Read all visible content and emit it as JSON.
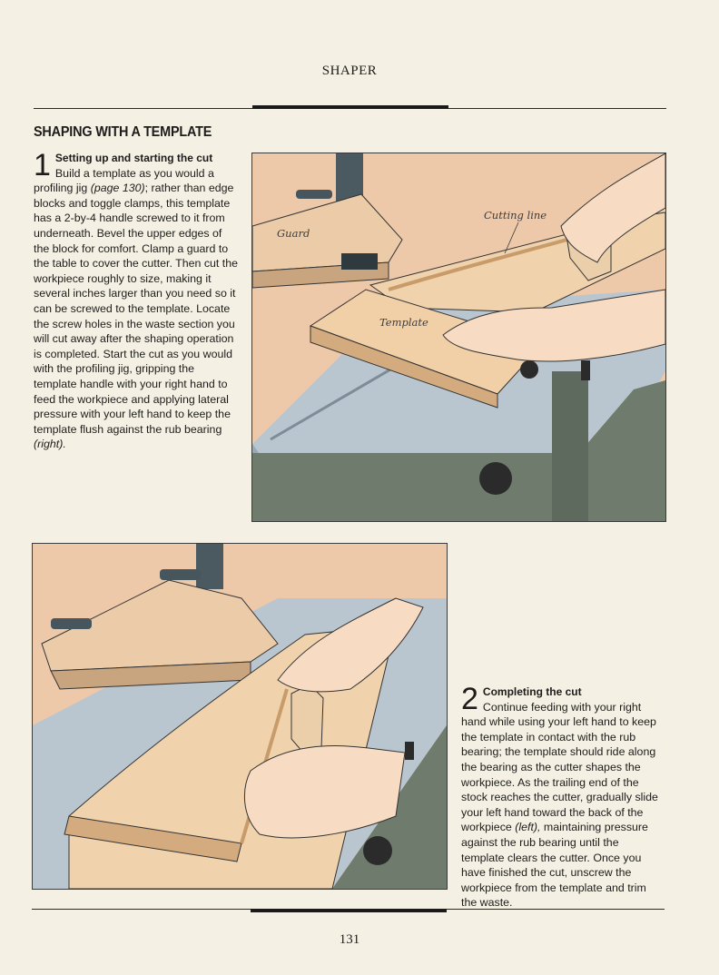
{
  "header": {
    "running_head": "SHAPER"
  },
  "section": {
    "title": "SHAPING WITH A TEMPLATE"
  },
  "steps": [
    {
      "number": "1",
      "heading": "Setting up and starting the cut",
      "text_1": "Build a template as you would a profiling jig ",
      "ref": "(page 130)",
      "text_2": "; rather than edge blocks and toggle clamps, this template has a 2-by-4 handle screwed to it from underneath. Bevel the upper edges of the block for comfort. Clamp a guard to the table to cover the cutter. Then cut the workpiece roughly to size, making it several inches larger than you need so it can be screwed to the template. Locate the screw holes in the waste section you will cut away after the shaping operation is completed. Start the cut as you would with the profiling jig, gripping the template handle with your right hand to feed the workpiece and applying lateral pressure with your left hand to keep the template flush against the rub bearing ",
      "direction": "(right).",
      "text_3": ""
    },
    {
      "number": "2",
      "heading": "Completing the cut",
      "text_1": "Continue feeding with your right hand while using your left hand to keep the template in contact with the rub bearing; the template should ride along the bearing as the cutter shapes the workpiece. As the trailing end of the stock reaches the cutter, gradually slide your left hand toward the back of the workpiece ",
      "direction": "(left),",
      "text_2": " maintaining pressure against the rub bearing until the template clears the cutter. Once you have finished the cut, unscrew the workpiece from the template and trim the waste."
    }
  ],
  "figure_1": {
    "labels": {
      "guard": "Guard",
      "cutting_line": "Cutting line",
      "template": "Template"
    }
  },
  "footer": {
    "page_number": "131"
  },
  "colors": {
    "page": "#f4f1e4",
    "table_blue": "#b8c4cf",
    "machine_green": "#6d7a6c",
    "plywood": "#efcfa6",
    "skin": "#f7dcc3"
  }
}
